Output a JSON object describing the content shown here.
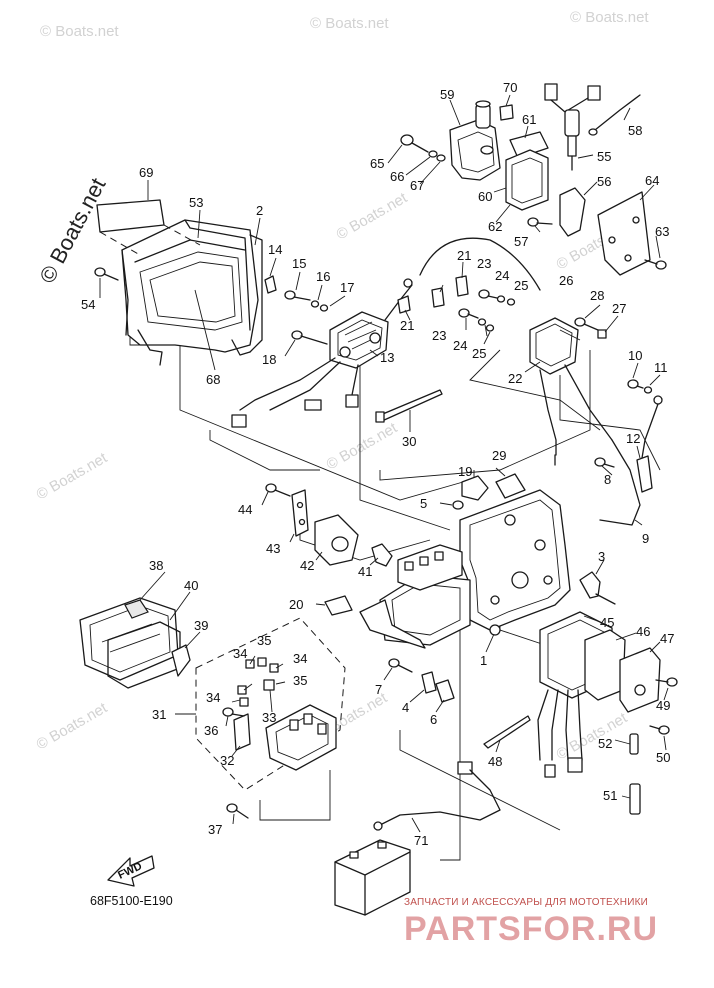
{
  "diagram": {
    "part_code": "68F5100-E190",
    "fwd_label": "FWD",
    "corner_watermark": "© Boats.net",
    "watermark_text": "© Boats.net",
    "brand_tagline": "ЗАПЧАСТИ И АКСЕССУАРЫ ДЛЯ МОТОТЕХНИКИ",
    "brand_name": "PARTSFOR.RU",
    "callouts": {
      "c1": "1",
      "c2": "2",
      "c3": "3",
      "c4": "4",
      "c5": "5",
      "c6": "6",
      "c7": "7",
      "c8": "8",
      "c9": "9",
      "c10": "10",
      "c11": "11",
      "c12": "12",
      "c13": "13",
      "c14": "14",
      "c15": "15",
      "c16": "16",
      "c17": "17",
      "c18": "18",
      "c19": "19",
      "c20": "20",
      "c21": "21",
      "c21b": "21",
      "c22": "22",
      "c23": "23",
      "c23b": "23",
      "c24": "24",
      "c24b": "24",
      "c25": "25",
      "c25b": "25",
      "c26": "26",
      "c27": "27",
      "c28": "28",
      "c29": "29",
      "c30": "30",
      "c31": "31",
      "c32": "32",
      "c33": "33",
      "c34a": "34",
      "c34b": "34",
      "c34c": "34",
      "c35a": "35",
      "c35b": "35",
      "c36": "36",
      "c37": "37",
      "c38": "38",
      "c39": "39",
      "c40": "40",
      "c41": "41",
      "c42": "42",
      "c43": "43",
      "c44": "44",
      "c45": "45",
      "c46": "46",
      "c47": "47",
      "c48": "48",
      "c49": "49",
      "c50": "50",
      "c51": "51",
      "c52": "52",
      "c53": "53",
      "c54": "54",
      "c55": "55",
      "c56": "56",
      "c57": "57",
      "c58": "58",
      "c59": "59",
      "c60": "60",
      "c61": "61",
      "c62": "62",
      "c63": "63",
      "c64": "64",
      "c65": "65",
      "c66": "66",
      "c67": "67",
      "c68": "68",
      "c69": "69",
      "c70": "70",
      "c71": "71"
    }
  }
}
